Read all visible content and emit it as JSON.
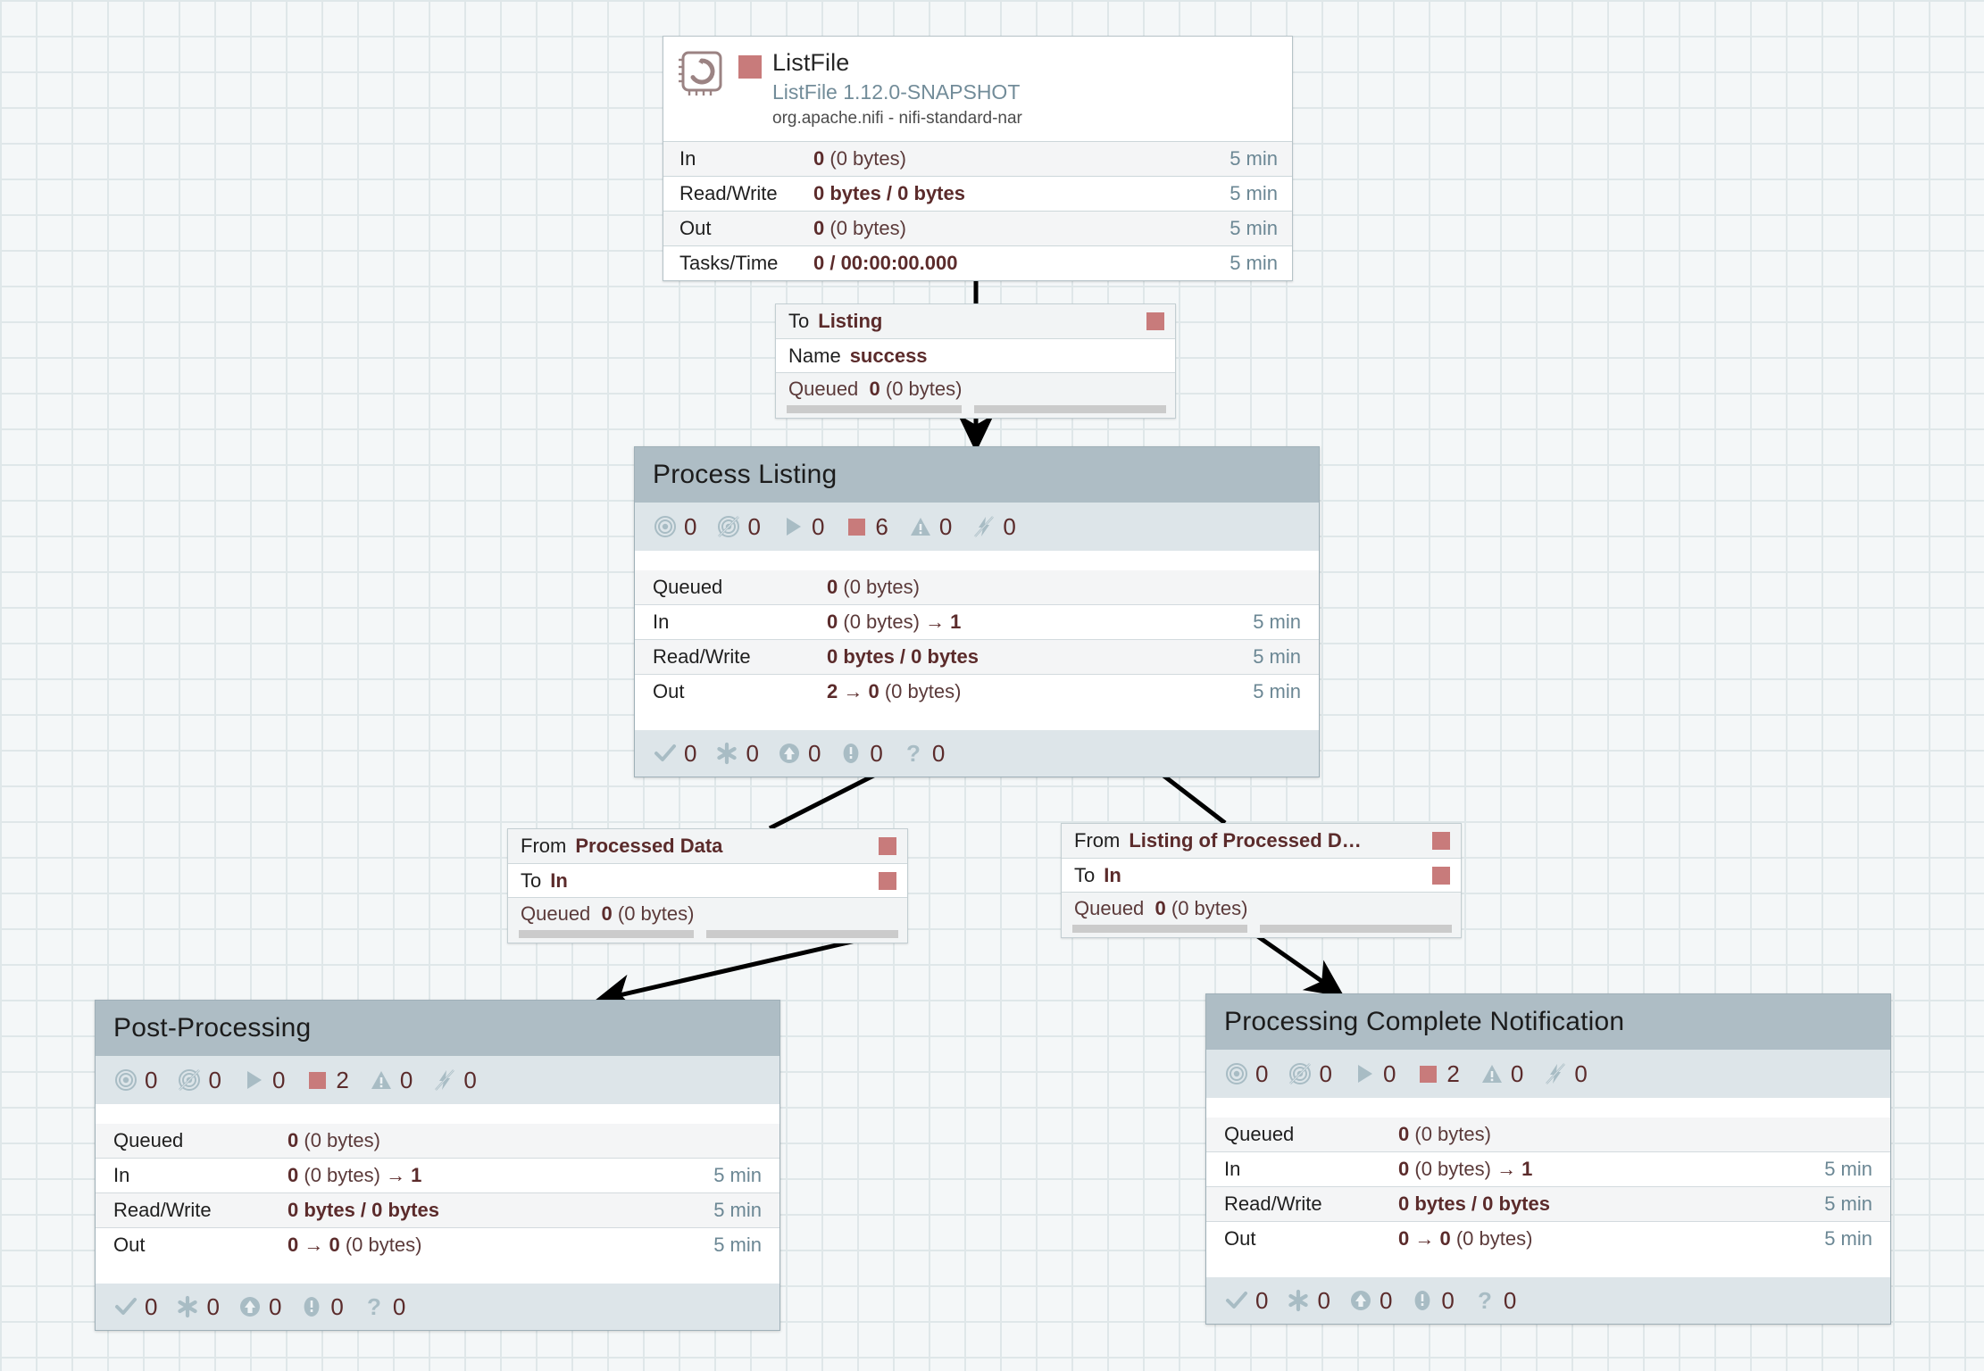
{
  "canvas": {
    "background_color": "#f4f7f8",
    "grid_color": "#dfe7e9"
  },
  "palette": {
    "stopped_red": "#c87b7b",
    "group_header": "#aebdc5",
    "group_band": "#dde5e9",
    "stat_value": "#5b2b2b",
    "time_text": "#6b8794",
    "icon_gray": "#a8bcc4"
  },
  "processor": {
    "name": "ListFile",
    "type": "ListFile 1.12.0-SNAPSHOT",
    "bundle": "org.apache.nifi - nifi-standard-nar",
    "icon": "processor-chip-refresh-icon",
    "run_status_icon": "stopped-square-icon",
    "stats": [
      {
        "label": "In",
        "value_bold": "0",
        "value_rest": " (0 bytes)",
        "time": "5 min"
      },
      {
        "label": "Read/Write",
        "value_bold": "0 bytes / 0 bytes",
        "value_rest": "",
        "time": "5 min"
      },
      {
        "label": "Out",
        "value_bold": "0",
        "value_rest": " (0 bytes)",
        "time": "5 min"
      },
      {
        "label": "Tasks/Time",
        "value_bold": "0 / 00:00:00.000",
        "value_rest": "",
        "time": "5 min"
      }
    ]
  },
  "connections": [
    {
      "id": "listfile-to-listing",
      "rows": [
        {
          "key": "To",
          "value": "Listing",
          "flag": true
        },
        {
          "key": "Name",
          "value": "success",
          "flag": false
        }
      ],
      "queued_label": "Queued",
      "queued_bold": "0",
      "queued_rest": " (0 bytes)"
    },
    {
      "id": "processed-data-to-in",
      "rows": [
        {
          "key": "From",
          "value": "Processed Data",
          "flag": true
        },
        {
          "key": "To",
          "value": "In",
          "flag": true
        }
      ],
      "queued_label": "Queued",
      "queued_bold": "0",
      "queued_rest": " (0 bytes)"
    },
    {
      "id": "listing-of-processed-to-in",
      "rows": [
        {
          "key": "From",
          "value": "Listing of Processed D…",
          "flag": true
        },
        {
          "key": "To",
          "value": "In",
          "flag": true
        }
      ],
      "queued_label": "Queued",
      "queued_bold": "0",
      "queued_rest": " (0 bytes)"
    }
  ],
  "process_groups": [
    {
      "id": "process-listing",
      "title": "Process Listing",
      "counts": [
        {
          "icon": "transmitting-icon",
          "value": "0"
        },
        {
          "icon": "not-transmitting-icon",
          "value": "0"
        },
        {
          "icon": "running-icon",
          "value": "0"
        },
        {
          "icon": "stopped-icon",
          "value": "6"
        },
        {
          "icon": "invalid-icon",
          "value": "0"
        },
        {
          "icon": "disabled-icon",
          "value": "0"
        }
      ],
      "stats": [
        {
          "label": "Queued",
          "value_html": "<b>0</b> (0 bytes)",
          "time": ""
        },
        {
          "label": "In",
          "value_html": "<b>0</b> (0 bytes) <b>→ 1</b>",
          "time": "5 min"
        },
        {
          "label": "Read/Write",
          "value_html": "<b>0 bytes / 0 bytes</b>",
          "time": "5 min"
        },
        {
          "label": "Out",
          "value_html": "<b>2 → 0</b> (0 bytes)",
          "time": "5 min"
        }
      ],
      "footer": [
        {
          "icon": "check-icon",
          "value": "0"
        },
        {
          "icon": "asterisk-icon",
          "value": "0"
        },
        {
          "icon": "up-arrow-circle-icon",
          "value": "0"
        },
        {
          "icon": "exclamation-circle-icon",
          "value": "0"
        },
        {
          "icon": "question-mark-icon",
          "value": "0"
        }
      ]
    },
    {
      "id": "post-processing",
      "title": "Post-Processing",
      "counts": [
        {
          "icon": "transmitting-icon",
          "value": "0"
        },
        {
          "icon": "not-transmitting-icon",
          "value": "0"
        },
        {
          "icon": "running-icon",
          "value": "0"
        },
        {
          "icon": "stopped-icon",
          "value": "2"
        },
        {
          "icon": "invalid-icon",
          "value": "0"
        },
        {
          "icon": "disabled-icon",
          "value": "0"
        }
      ],
      "stats": [
        {
          "label": "Queued",
          "value_html": "<b>0</b> (0 bytes)",
          "time": ""
        },
        {
          "label": "In",
          "value_html": "<b>0</b> (0 bytes) <b>→ 1</b>",
          "time": "5 min"
        },
        {
          "label": "Read/Write",
          "value_html": "<b>0 bytes / 0 bytes</b>",
          "time": "5 min"
        },
        {
          "label": "Out",
          "value_html": "<b>0 → 0</b> (0 bytes)",
          "time": "5 min"
        }
      ],
      "footer": [
        {
          "icon": "check-icon",
          "value": "0"
        },
        {
          "icon": "asterisk-icon",
          "value": "0"
        },
        {
          "icon": "up-arrow-circle-icon",
          "value": "0"
        },
        {
          "icon": "exclamation-circle-icon",
          "value": "0"
        },
        {
          "icon": "question-mark-icon",
          "value": "0"
        }
      ]
    },
    {
      "id": "processing-complete-notification",
      "title": "Processing Complete Notification",
      "counts": [
        {
          "icon": "transmitting-icon",
          "value": "0"
        },
        {
          "icon": "not-transmitting-icon",
          "value": "0"
        },
        {
          "icon": "running-icon",
          "value": "0"
        },
        {
          "icon": "stopped-icon",
          "value": "2"
        },
        {
          "icon": "invalid-icon",
          "value": "0"
        },
        {
          "icon": "disabled-icon",
          "value": "0"
        }
      ],
      "stats": [
        {
          "label": "Queued",
          "value_html": "<b>0</b> (0 bytes)",
          "time": ""
        },
        {
          "label": "In",
          "value_html": "<b>0</b> (0 bytes) <b>→ 1</b>",
          "time": "5 min"
        },
        {
          "label": "Read/Write",
          "value_html": "<b>0 bytes / 0 bytes</b>",
          "time": "5 min"
        },
        {
          "label": "Out",
          "value_html": "<b>0 → 0</b> (0 bytes)",
          "time": "5 min"
        }
      ],
      "footer": [
        {
          "icon": "check-icon",
          "value": "0"
        },
        {
          "icon": "asterisk-icon",
          "value": "0"
        },
        {
          "icon": "up-arrow-circle-icon",
          "value": "0"
        },
        {
          "icon": "exclamation-circle-icon",
          "value": "0"
        },
        {
          "icon": "question-mark-icon",
          "value": "0"
        }
      ]
    }
  ]
}
